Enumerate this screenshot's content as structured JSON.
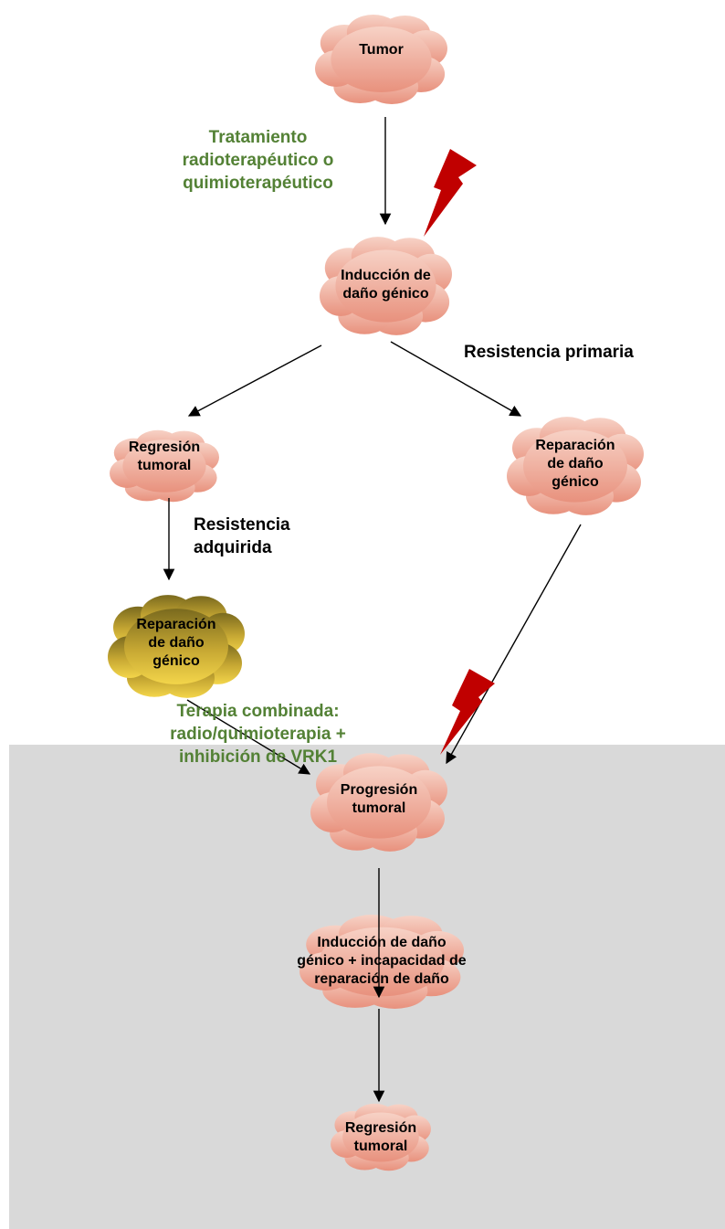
{
  "colors": {
    "cloud_pink_top": "#f7d2c6",
    "cloud_pink_bottom": "#e8917d",
    "cloud_gold_top": "#7a6a1e",
    "cloud_gold_bottom": "#f3d54a",
    "green_label": "#538135",
    "shade": "#d9d9d9",
    "bolt": "#c00000"
  },
  "nodes": {
    "tumor": "Tumor",
    "induccion_1": "Inducción de\ndaño génico",
    "regresion_1": "Regresión\ntumoral",
    "reparacion_primaria": "Reparación\nde daño\ngénico",
    "reparacion_adquirida": "Reparación\nde daño\ngénico",
    "progresion": "Progresión\ntumoral",
    "induccion_2": "Inducción de daño\ngénico + incapacidad de\nreparación de daño",
    "regresion_2": "Regresión\ntumoral"
  },
  "labels": {
    "tratamiento": "Tratamiento\nradioterapéutico o\nquimioterapéutico",
    "resistencia_primaria": "Resistencia primaria",
    "resistencia_adquirida": "Resistencia\nadquirida",
    "terapia_combinada": "Terapia combinada:\nradio/quimioterapia +\ninhibición de VRK1"
  }
}
